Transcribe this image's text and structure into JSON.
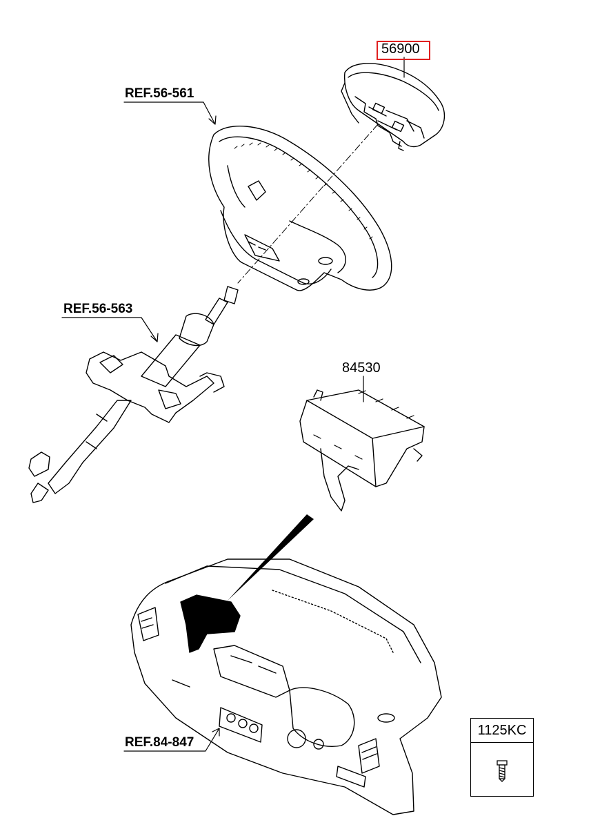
{
  "callouts": {
    "airbag_module": "56900",
    "steering_wheel_ref": "REF.56-561",
    "steering_column_ref": "REF.56-563",
    "passenger_airbag": "84530",
    "crash_pad_ref": "REF.84-847"
  },
  "legend": {
    "part_number": "1125KC",
    "icon": "bolt-icon"
  },
  "colors": {
    "line": "#000000",
    "highlight": "#e02020",
    "background": "#ffffff"
  }
}
